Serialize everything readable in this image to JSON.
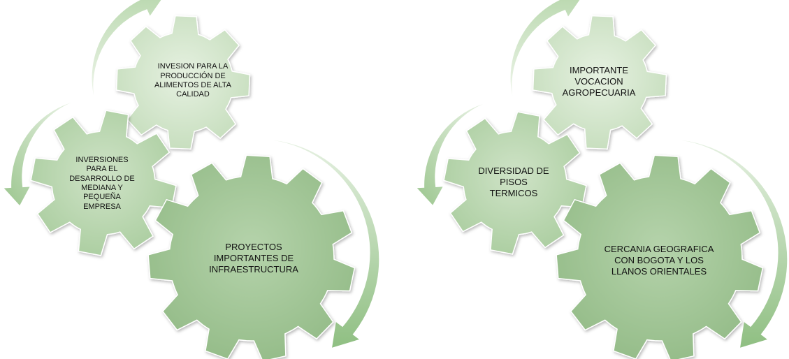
{
  "colors": {
    "gear_large": "#a6c99c",
    "gear_medium": "#c3dcba",
    "gear_small": "#deecd8",
    "gear_stroke": "#ffffff",
    "arrow_dark": "#9cc68f",
    "arrow_light": "#e6f1e2",
    "text": "#111111",
    "background": "#ffffff"
  },
  "left_group": {
    "top_gear": {
      "icon": "gear-icon",
      "lines": [
        "INVESION PARA LA",
        "PRODUCCIÓN DE",
        "ALIMENTOS DE ALTA",
        "CALIDAD"
      ]
    },
    "middle_gear": {
      "icon": "gear-icon",
      "lines": [
        "INVERSIONES",
        "PARA EL",
        "DESARROLLO DE",
        "MEDIANA Y",
        "PEQUEÑA",
        "EMPRESA"
      ]
    },
    "large_gear": {
      "icon": "gear-icon",
      "lines": [
        "PROYECTOS",
        "IMPORTANTES DE",
        "INFRAESTRUCTURA"
      ]
    }
  },
  "right_group": {
    "top_gear": {
      "icon": "gear-icon",
      "lines": [
        "IMPORTANTE",
        "VOCACION",
        "AGROPECUARIA"
      ]
    },
    "middle_gear": {
      "icon": "gear-icon",
      "lines": [
        "DIVERSIDAD DE",
        "PISOS",
        "TERMICOS"
      ]
    },
    "large_gear": {
      "icon": "gear-icon",
      "lines": [
        "CERCANIA GEOGRAFICA",
        "CON BOGOTA Y LOS",
        "LLANOS ORIENTALES"
      ]
    }
  }
}
